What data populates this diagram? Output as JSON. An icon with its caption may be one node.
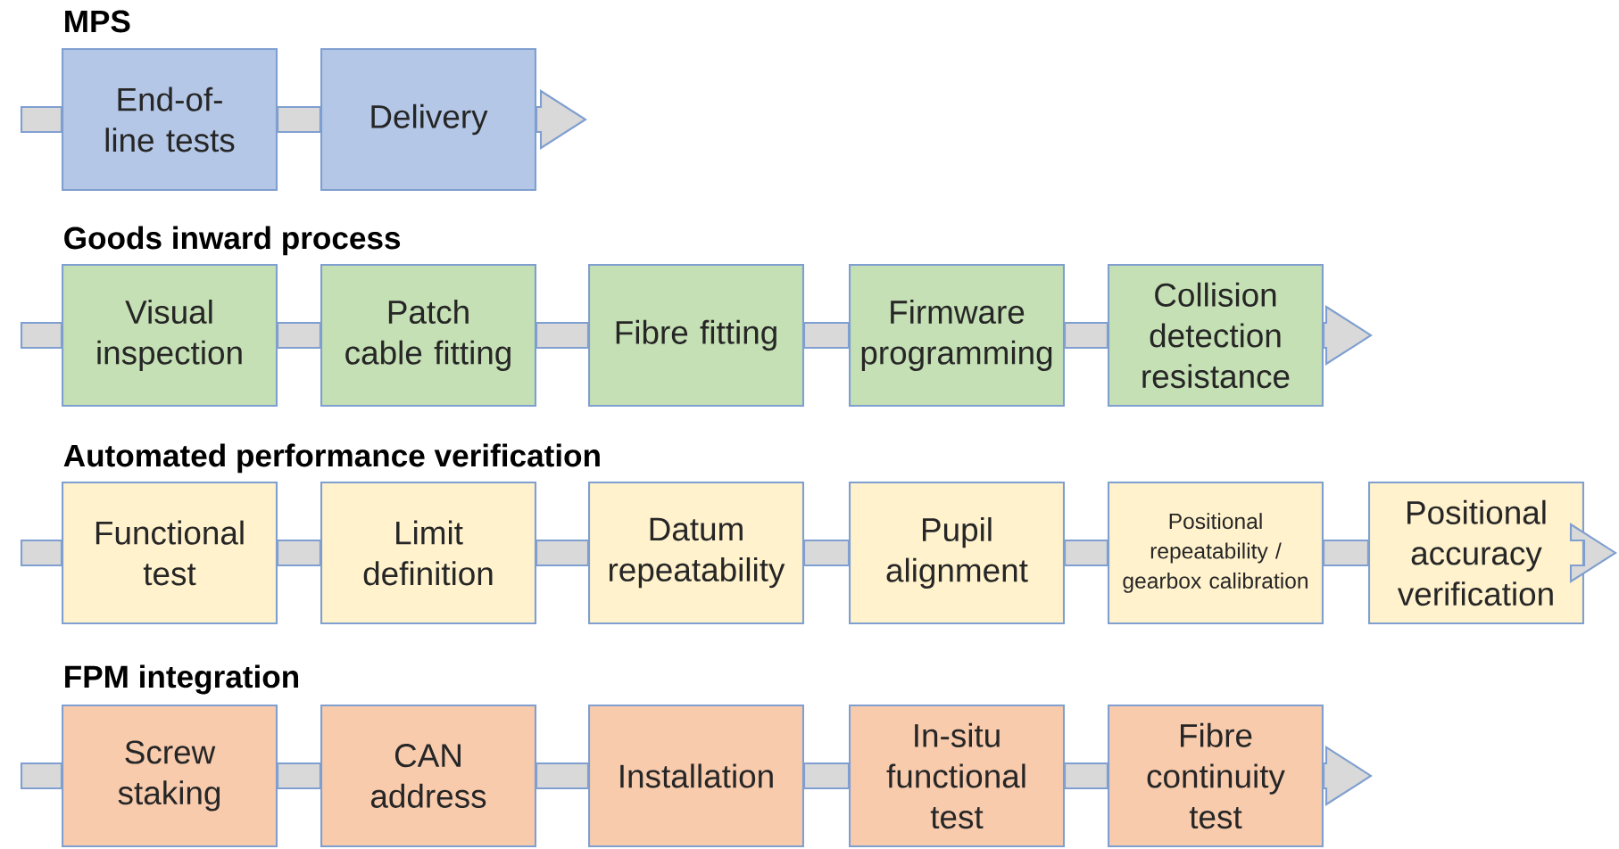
{
  "diagram": {
    "nodes": [
      {
        "text": [
          "End-of-line tests"
        ]
      },
      {
        "text": [
          "Delivery"
        ]
      },
      {
        "text": [
          "Visual inspection"
        ]
      },
      {
        "text": [
          "Patch cable fitting"
        ]
      },
      {
        "text": [
          "Fibre fitting"
        ]
      },
      {
        "text": [
          "Firmware programming"
        ]
      },
      {
        "text": [
          "Collision detection resistance"
        ]
      },
      {
        "text": [
          "Functional test"
        ]
      },
      {
        "text": [
          "Limit definition"
        ]
      },
      {
        "text": [
          "Datum repeatability"
        ]
      },
      {
        "text": [
          "Pupil alignment"
        ]
      },
      {
        "text": [
          "Positional repeatability / gearbox calibration"
        ]
      },
      {
        "text": [
          "Positional accuracy verification"
        ]
      },
      {
        "text": [
          "Screw staking"
        ]
      },
      {
        "text": [
          "CAN address"
        ]
      },
      {
        "text": [
          "Installation"
        ]
      },
      {
        "text": [
          "In-situ functional test"
        ]
      },
      {
        "text": [
          "Fibre continuity test"
        ]
      }
    ],
    "edges": [
      {
        "from": null,
        "to": 0,
        "arrow": "none"
      },
      {
        "from": 0,
        "to": 1,
        "arrow": "none"
      },
      {
        "from": 1,
        "to": null,
        "arrow": "to"
      },
      {
        "from": null,
        "to": 2,
        "arrow": "none"
      },
      {
        "from": 2,
        "to": 3,
        "arrow": "none"
      },
      {
        "from": 3,
        "to": 4,
        "arrow": "none"
      },
      {
        "from": 4,
        "to": 5,
        "arrow": "none"
      },
      {
        "from": 5,
        "to": 6,
        "arrow": "none"
      },
      {
        "from": 6,
        "to": null,
        "arrow": "to"
      },
      {
        "from": null,
        "to": 7,
        "arrow": "none"
      },
      {
        "from": 7,
        "to": 8,
        "arrow": "none"
      },
      {
        "from": 8,
        "to": 9,
        "arrow": "none"
      },
      {
        "from": 9,
        "to": 10,
        "arrow": "none"
      },
      {
        "from": 10,
        "to": 11,
        "arrow": "none"
      },
      {
        "from": 11,
        "to": 12,
        "arrow": "none"
      },
      {
        "from": 12,
        "to": null,
        "arrow": "to"
      },
      {
        "from": null,
        "to": 13,
        "arrow": "none"
      },
      {
        "from": 13,
        "to": 14,
        "arrow": "none"
      },
      {
        "from": 14,
        "to": 15,
        "arrow": "none"
      },
      {
        "from": 15,
        "to": 16,
        "arrow": "none"
      },
      {
        "from": 16,
        "to": 17,
        "arrow": "none"
      },
      {
        "from": 17,
        "to": null,
        "arrow": "to"
      }
    ],
    "labels": [
      "MPS",
      "Goods inward process",
      "Automated performance verification",
      "FPM integration"
    ]
  }
}
